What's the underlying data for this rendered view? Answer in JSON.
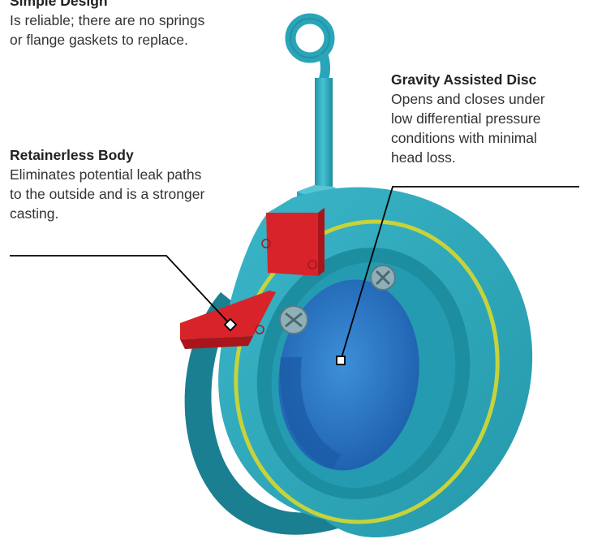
{
  "callouts": {
    "simple_design": {
      "title": "Simple Design",
      "text": "Is reliable; there are no springs\nor flange gaskets to replace."
    },
    "gravity_disc": {
      "title": "Gravity Assisted Disc",
      "text": "Opens and closes under\nlow differential pressure\nconditions with minimal\nhead loss."
    },
    "retainerless_body": {
      "title": "Retainerless Body",
      "text": "Eliminates potential leak paths\nto the outside and is a stronger\ncasting."
    }
  },
  "colors": {
    "body": "#2aa4b8",
    "body_dark": "#1a7f90",
    "body_light": "#4dc3d3",
    "section_cut": "#d8232a",
    "disc": "#2a78c8",
    "seal_ring": "#c6d33a",
    "leader_line": "#000000"
  }
}
